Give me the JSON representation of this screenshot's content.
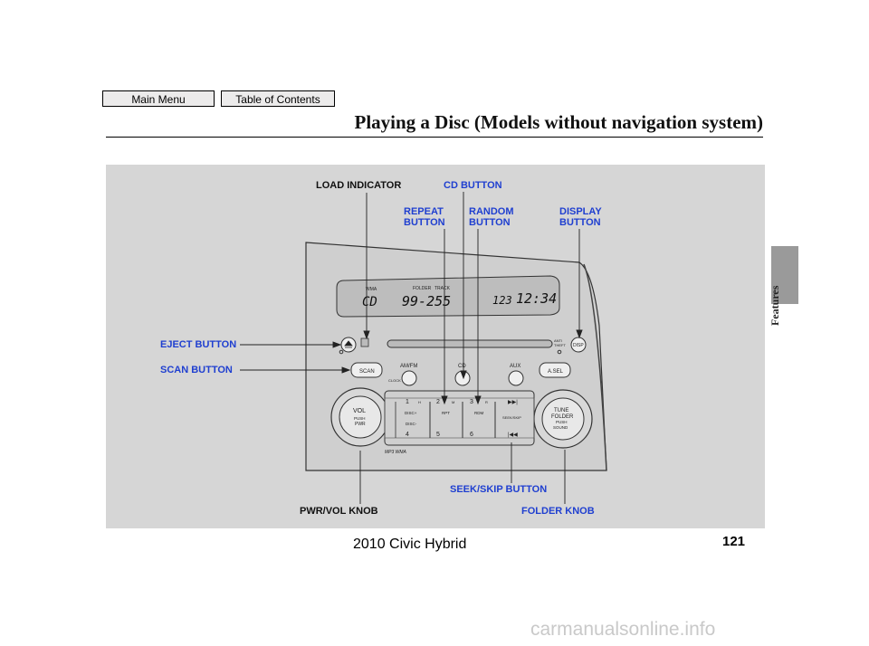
{
  "nav": {
    "main_menu": "Main Menu",
    "table_of_contents": "Table of Contents"
  },
  "page": {
    "title": "Playing a Disc (Models without navigation system)",
    "side_tab": "Features",
    "page_number": "121",
    "model": "2010 Civic Hybrid",
    "watermark": "carmanualsonline.info"
  },
  "callouts": {
    "load_indicator": "LOAD INDICATOR",
    "cd_button": "CD BUTTON",
    "repeat_button": "REPEAT\nBUTTON",
    "random_button": "RANDOM\nBUTTON",
    "display_button": "DISPLAY\nBUTTON",
    "eject_button": "EJECT BUTTON",
    "scan_button": "SCAN BUTTON",
    "seek_skip_button": "SEEK/SKIP BUTTON",
    "pwr_vol_knob": "PWR/VOL KNOB",
    "folder_knob": "FOLDER KNOB"
  },
  "radio": {
    "display_cd": "CD",
    "display_track": "99-255",
    "display_num": "123",
    "display_clock": "12:34",
    "ind_wma": "WMA",
    "ind_folder": "FOLDER",
    "ind_track": "TRACK",
    "ant_text": "ANTI\nTHEFT",
    "disp": "DISP",
    "scan": "SCAN",
    "amfm": "AM/FM",
    "cd": "CD",
    "aux": "AUX",
    "asel": "A.SEL",
    "clock": "CLOCK",
    "vol": "VOL",
    "push_pwr": "PUSH\nPWR",
    "tune": "TUNE",
    "folder": "FOLDER",
    "push_sound": "PUSH\nSOUND",
    "preset1": "1",
    "preset2": "2",
    "preset3": "3",
    "preset4": "4",
    "preset5": "5",
    "preset6": "6",
    "h": "H",
    "m": "M",
    "r": "R",
    "disc_plus": "DISC+",
    "disc_minus": "DISC-",
    "rpt": "RPT",
    "rdm": "RDM",
    "seek_skip": "SEEK/SKIP",
    "mp3_wma": "MP3 WMA"
  }
}
